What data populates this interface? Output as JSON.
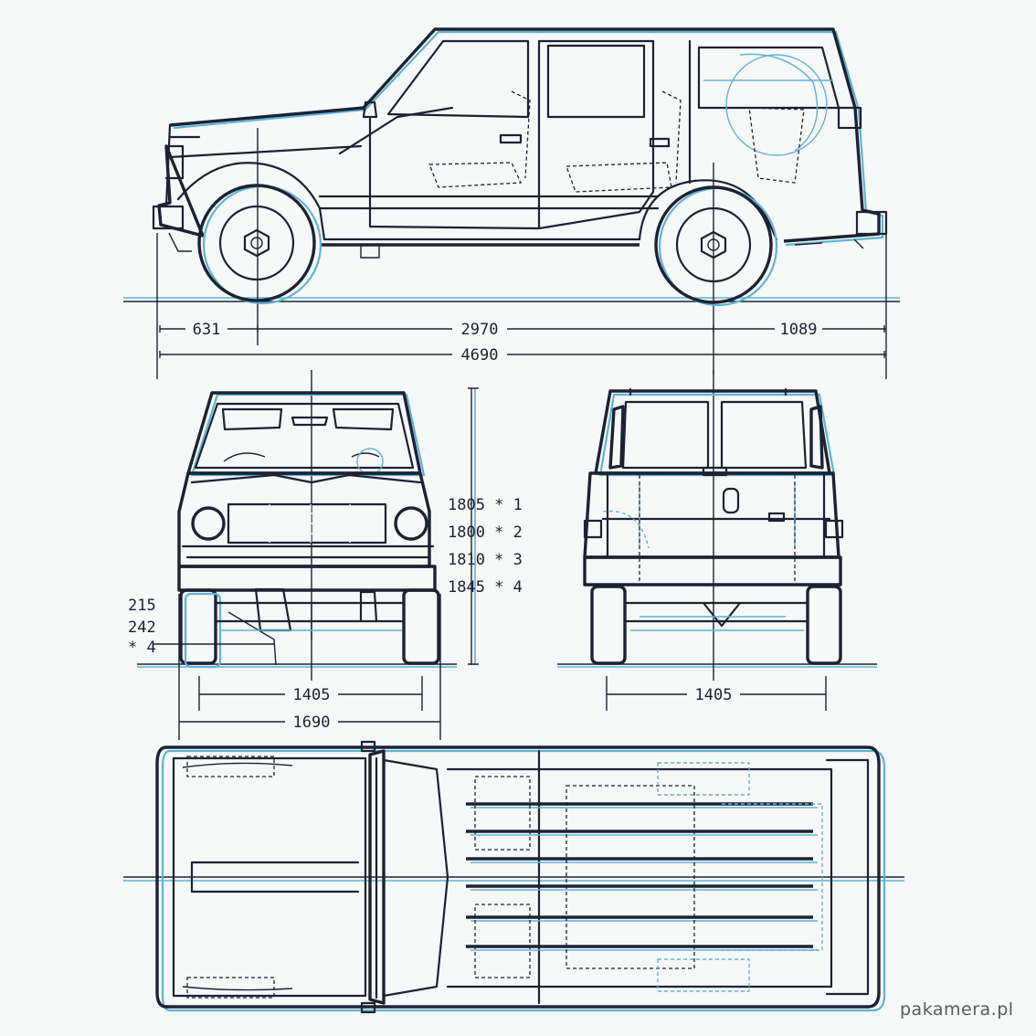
{
  "side_view": {
    "dims": {
      "front_overhang": "631",
      "wheelbase": "2970",
      "rear_overhang": "1089",
      "overall_length": "4690"
    }
  },
  "front_view": {
    "heights": [
      "1805 * 1",
      "1800 * 2",
      "1810 * 3",
      "1845 * 4"
    ],
    "clearance": [
      "215",
      "242",
      "* 4"
    ],
    "track": "1405",
    "width": "1690"
  },
  "rear_view": {
    "track": "1405"
  },
  "watermark": "pakamera.pl",
  "colors": {
    "ink": "#1c2232",
    "blue": "#5fb3d6",
    "paper": "#f7f8f8"
  }
}
